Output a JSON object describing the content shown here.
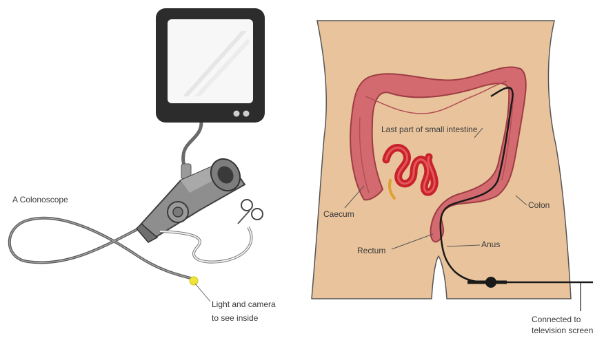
{
  "labels": {
    "colonoscope": "A Colonoscope",
    "light_camera_line1": "Light and camera",
    "light_camera_line2": "to see inside",
    "small_intestine": "Last part of small intestine",
    "caecum": "Caecum",
    "colon": "Colon",
    "rectum": "Rectum",
    "anus": "Anus",
    "tv_line1": "Connected to",
    "tv_line2": "television screen"
  },
  "colors": {
    "skin": "#e8c39c",
    "colon": "#d36a6f",
    "small_intestine": "#c8222a",
    "appendix": "#e0a030",
    "monitor": "#2c2c2c",
    "light": "#f2e33a"
  }
}
